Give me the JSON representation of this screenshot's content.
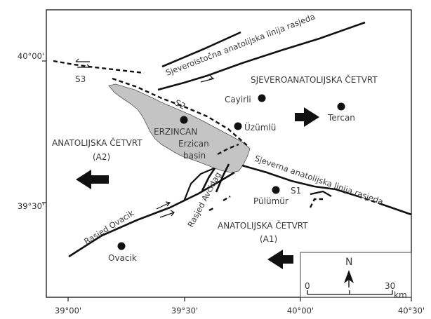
{
  "axes": {
    "x_ticks": [
      "39°00'",
      "39°30'",
      "40°00'",
      "40°30'"
    ],
    "y_ticks": [
      "40°00'",
      "39°30'"
    ]
  },
  "faults": {
    "north_east": "Sjeveroistočna anatolijska linija rasjeda",
    "north": "Sjeverna anatolijska linija rasjeda",
    "ovacik": "Rasjed Ovacik",
    "avcidag": "Rasjed Avcidag"
  },
  "segments": {
    "s1": "S1",
    "s2": "S2",
    "s3": "S3"
  },
  "regions": {
    "north_anatolian": "SJEVEROANATOLIJSKA ČETVRT",
    "anatolian_a2_line1": "ANATOLIJSKA ČETVRT",
    "anatolian_a2_line2": "(A2)",
    "anatolian_a1_line1": "ANATOLIJSKA ČETVRT",
    "anatolian_a1_line2": "(A1)"
  },
  "basin": {
    "line1": "Erzican",
    "line2": "basin"
  },
  "cities": {
    "erzincan": "ERZINCAN",
    "cayirli": "Cayirli",
    "uzumlu": "Üzümlü",
    "tercan": "Tercan",
    "pulumur": "Pülümür",
    "ovacik": "Ovacik"
  },
  "legend": {
    "north": "N",
    "scale_start": "0",
    "scale_end": "30",
    "scale_unit": "km"
  },
  "colors": {
    "basin_fill": "#c4c4c4",
    "ink": "#111111"
  }
}
